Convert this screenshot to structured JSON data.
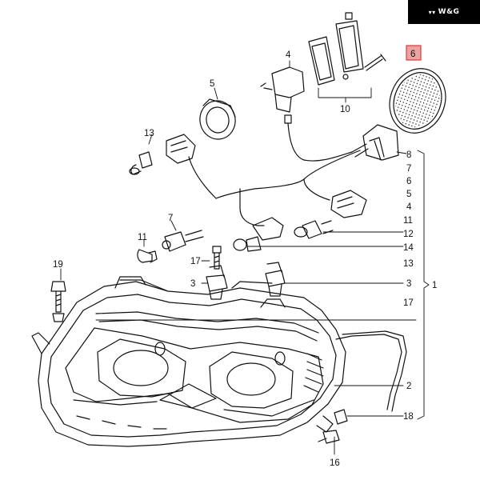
{
  "brand": {
    "logo_text": "W&G",
    "logo_icon": "deer-logo-icon"
  },
  "diagram": {
    "type": "exploded-parts-diagram",
    "highlight_color": "#e23b3b",
    "highlighted_callout": "6",
    "callouts": {
      "c1": "1",
      "c2": "2",
      "c3a": "3",
      "c3b": "3",
      "c4": "4",
      "c5": "5",
      "c6": "6",
      "c7": "7",
      "c10": "10",
      "c11": "11",
      "c13": "13",
      "c16": "16",
      "c17": "17",
      "c18": "18",
      "c19": "19"
    },
    "right_list": [
      "8",
      "7",
      "6",
      "5",
      "4",
      "11",
      "12",
      "14",
      "13",
      "3",
      "17",
      "2",
      "18"
    ]
  }
}
